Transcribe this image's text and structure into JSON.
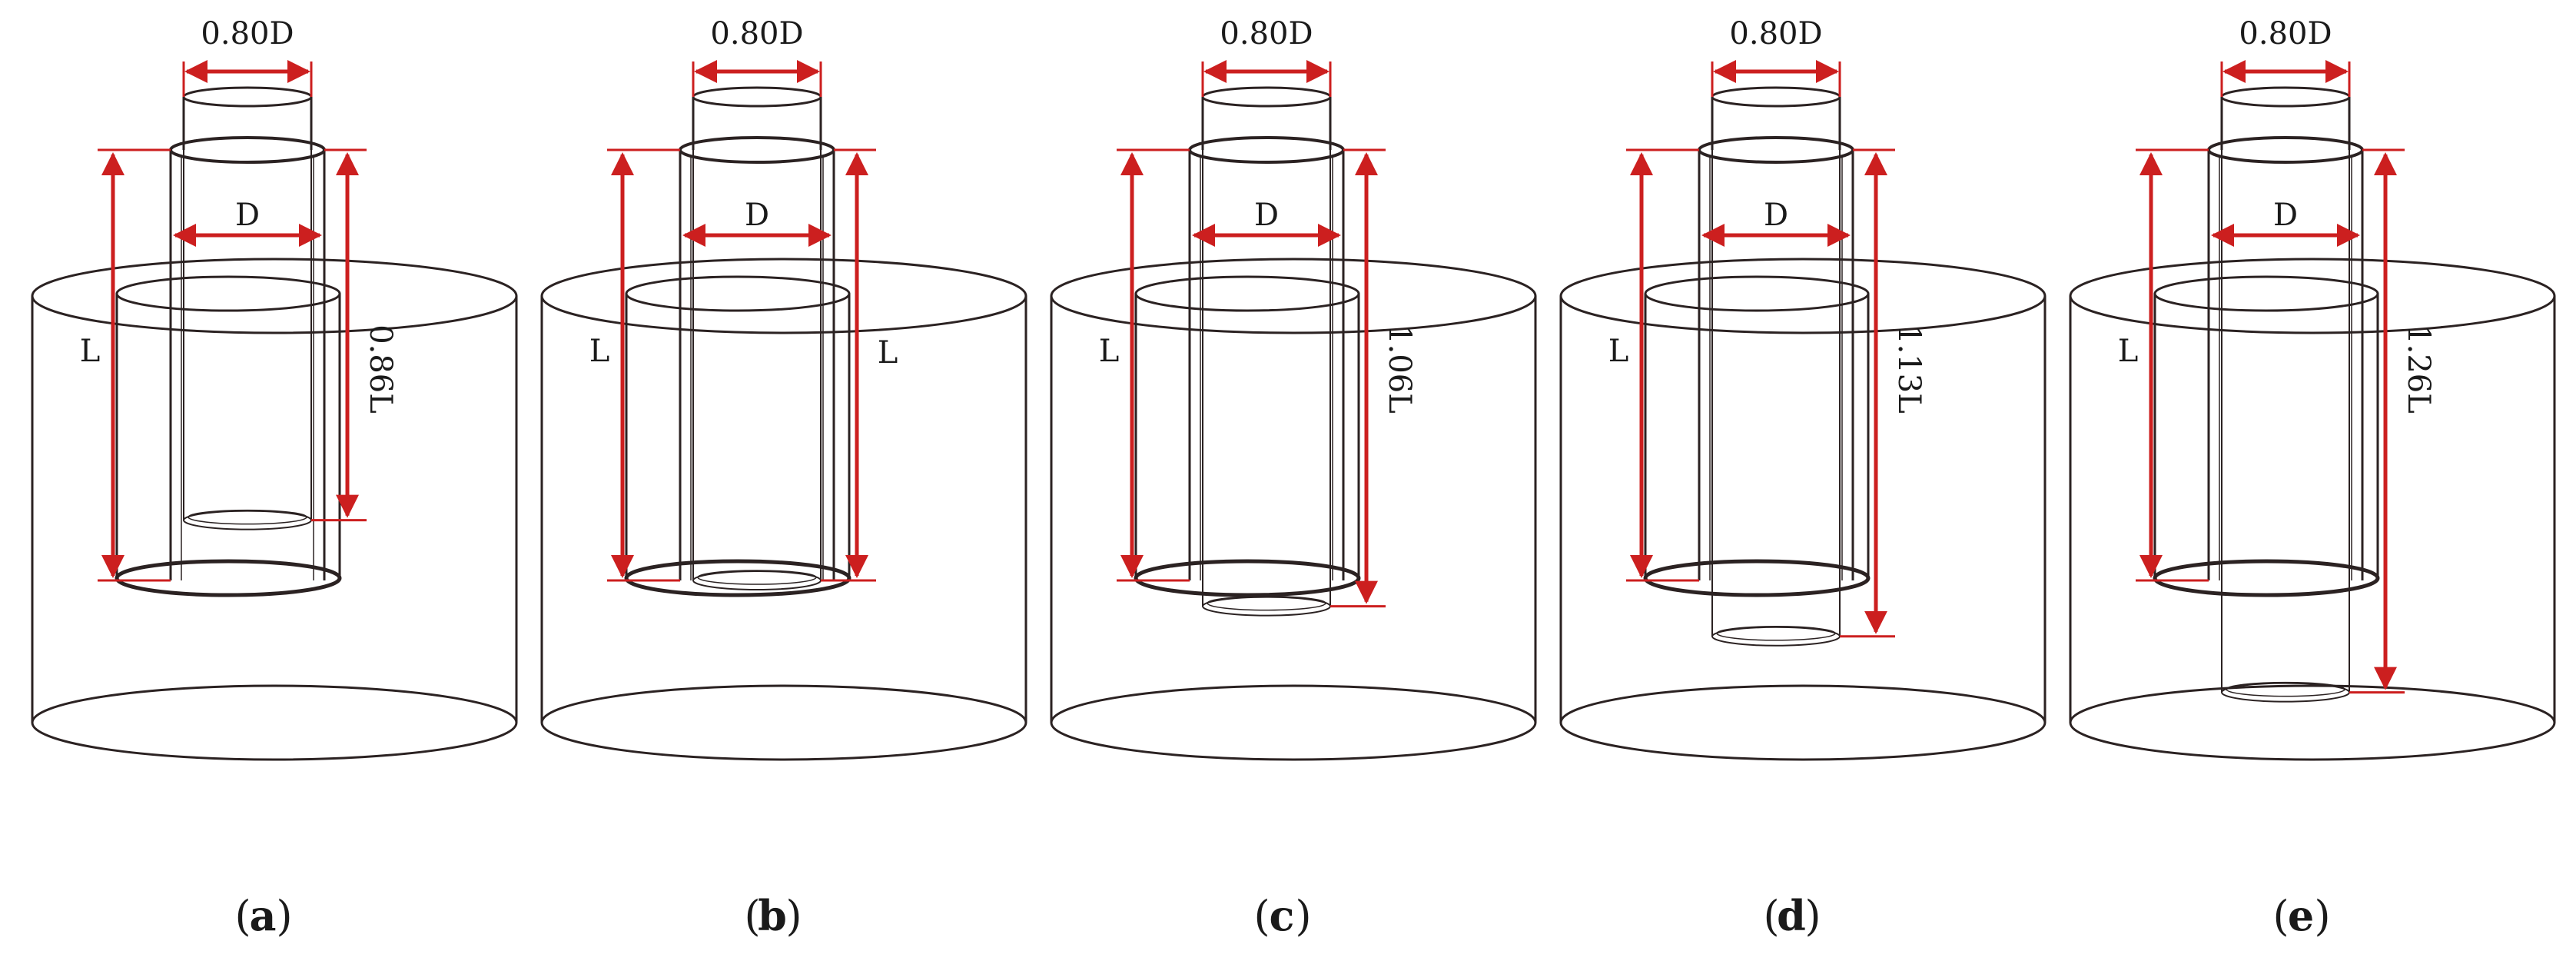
{
  "colors": {
    "outline": "#2b2222",
    "dimension": "#cc1f1f",
    "text": "#1a1a1a"
  },
  "panels": [
    {
      "id": "a",
      "caption": "a",
      "top_label": "0.80D",
      "inner_label": "D",
      "left_label": "L",
      "right_label": "0.86L",
      "right_label_rotated": true,
      "embed_ratio": 0.86
    },
    {
      "id": "b",
      "caption": "b",
      "top_label": "0.80D",
      "inner_label": "D",
      "left_label": "L",
      "right_label": "L",
      "right_label_rotated": false,
      "embed_ratio": 1.0
    },
    {
      "id": "c",
      "caption": "c",
      "top_label": "0.80D",
      "inner_label": "D",
      "left_label": "L",
      "right_label": "1.06L",
      "right_label_rotated": true,
      "embed_ratio": 1.06
    },
    {
      "id": "d",
      "caption": "d",
      "top_label": "0.80D",
      "inner_label": "D",
      "left_label": "L",
      "right_label": "1.13L",
      "right_label_rotated": true,
      "embed_ratio": 1.13
    },
    {
      "id": "e",
      "caption": "e",
      "top_label": "0.80D",
      "inner_label": "D",
      "left_label": "L",
      "right_label": "1.26L",
      "right_label_rotated": true,
      "embed_ratio": 1.26
    }
  ]
}
